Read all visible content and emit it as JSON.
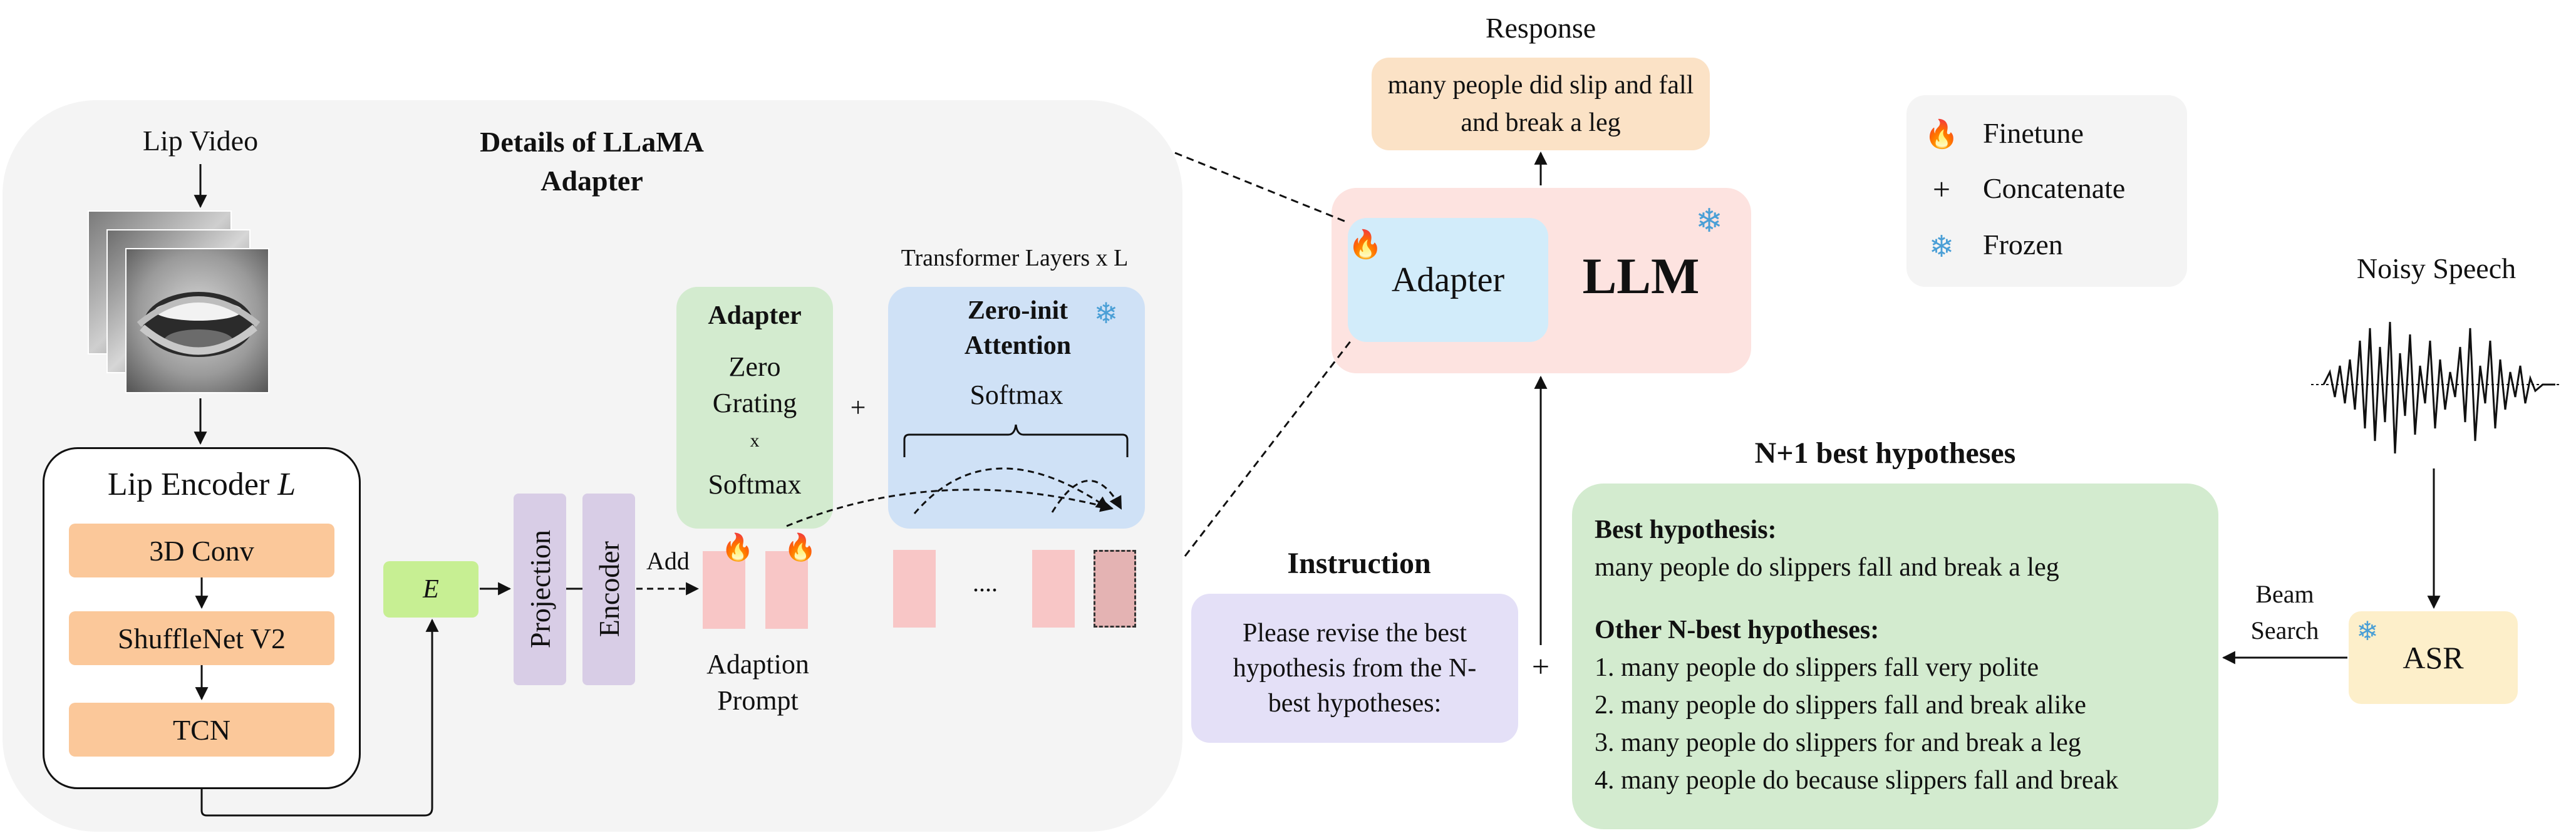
{
  "lip_video_label": "Lip Video",
  "details_title": "Details of LLaMA Adapter",
  "lip_encoder": {
    "title": "Lip Encoder",
    "symbol": "L",
    "layers": [
      "3D Conv",
      "ShuffleNet V2",
      "TCN"
    ]
  },
  "embedding_label": "E",
  "projection_label": "Projection",
  "encoder_label": "Encoder",
  "add_label": "Add",
  "adaption_prompt_label": "Adaption Prompt",
  "adapter_block": {
    "title": "Adapter",
    "lines": [
      "Zero",
      "Grating",
      "x",
      "Softmax"
    ]
  },
  "plus_symbol": "+",
  "transformer_layers_label": "Transformer Layers x L",
  "attention_block": {
    "title": "Zero-init Attention",
    "softmax": "Softmax"
  },
  "ellipsis": "....",
  "response": {
    "label": "Response",
    "text": "many people did slip and fall and break a leg"
  },
  "llm_block": {
    "adapter_label": "Adapter",
    "llm_label": "LLM"
  },
  "legend": [
    {
      "icon": "fire-icon",
      "label": "Finetune"
    },
    {
      "icon": "plus-icon",
      "label": "Concatenate"
    },
    {
      "icon": "snowflake-icon",
      "label": "Frozen"
    }
  ],
  "noisy_speech_label": "Noisy Speech",
  "asr_label": "ASR",
  "beam_search_label": "Beam Search",
  "instruction": {
    "title": "Instruction",
    "text": "Please revise the best hypothesis from the N-best hypotheses:"
  },
  "hypotheses": {
    "title": "N+1 best hypotheses",
    "best_heading": "Best hypothesis:",
    "best_text": "many people do slippers fall and break a leg",
    "other_heading": "Other N-best hypotheses:",
    "items": [
      "1. many people do slippers fall very polite",
      "2. many people do slippers fall and break alike",
      "3. many people do slippers for and break a leg",
      "4. many people do because slippers fall and break"
    ]
  },
  "colors": {
    "panel_bg": "#f4f4f4",
    "orange": "#fbc89a",
    "green": "#d3ebcf",
    "blue": "#cfe1f6",
    "pink": "#fde3e0",
    "light_blue": "#d2ecfa",
    "lavender": "#e4e0f7",
    "asr_yellow": "#fdefca",
    "response_orange": "#fbe2c6"
  }
}
